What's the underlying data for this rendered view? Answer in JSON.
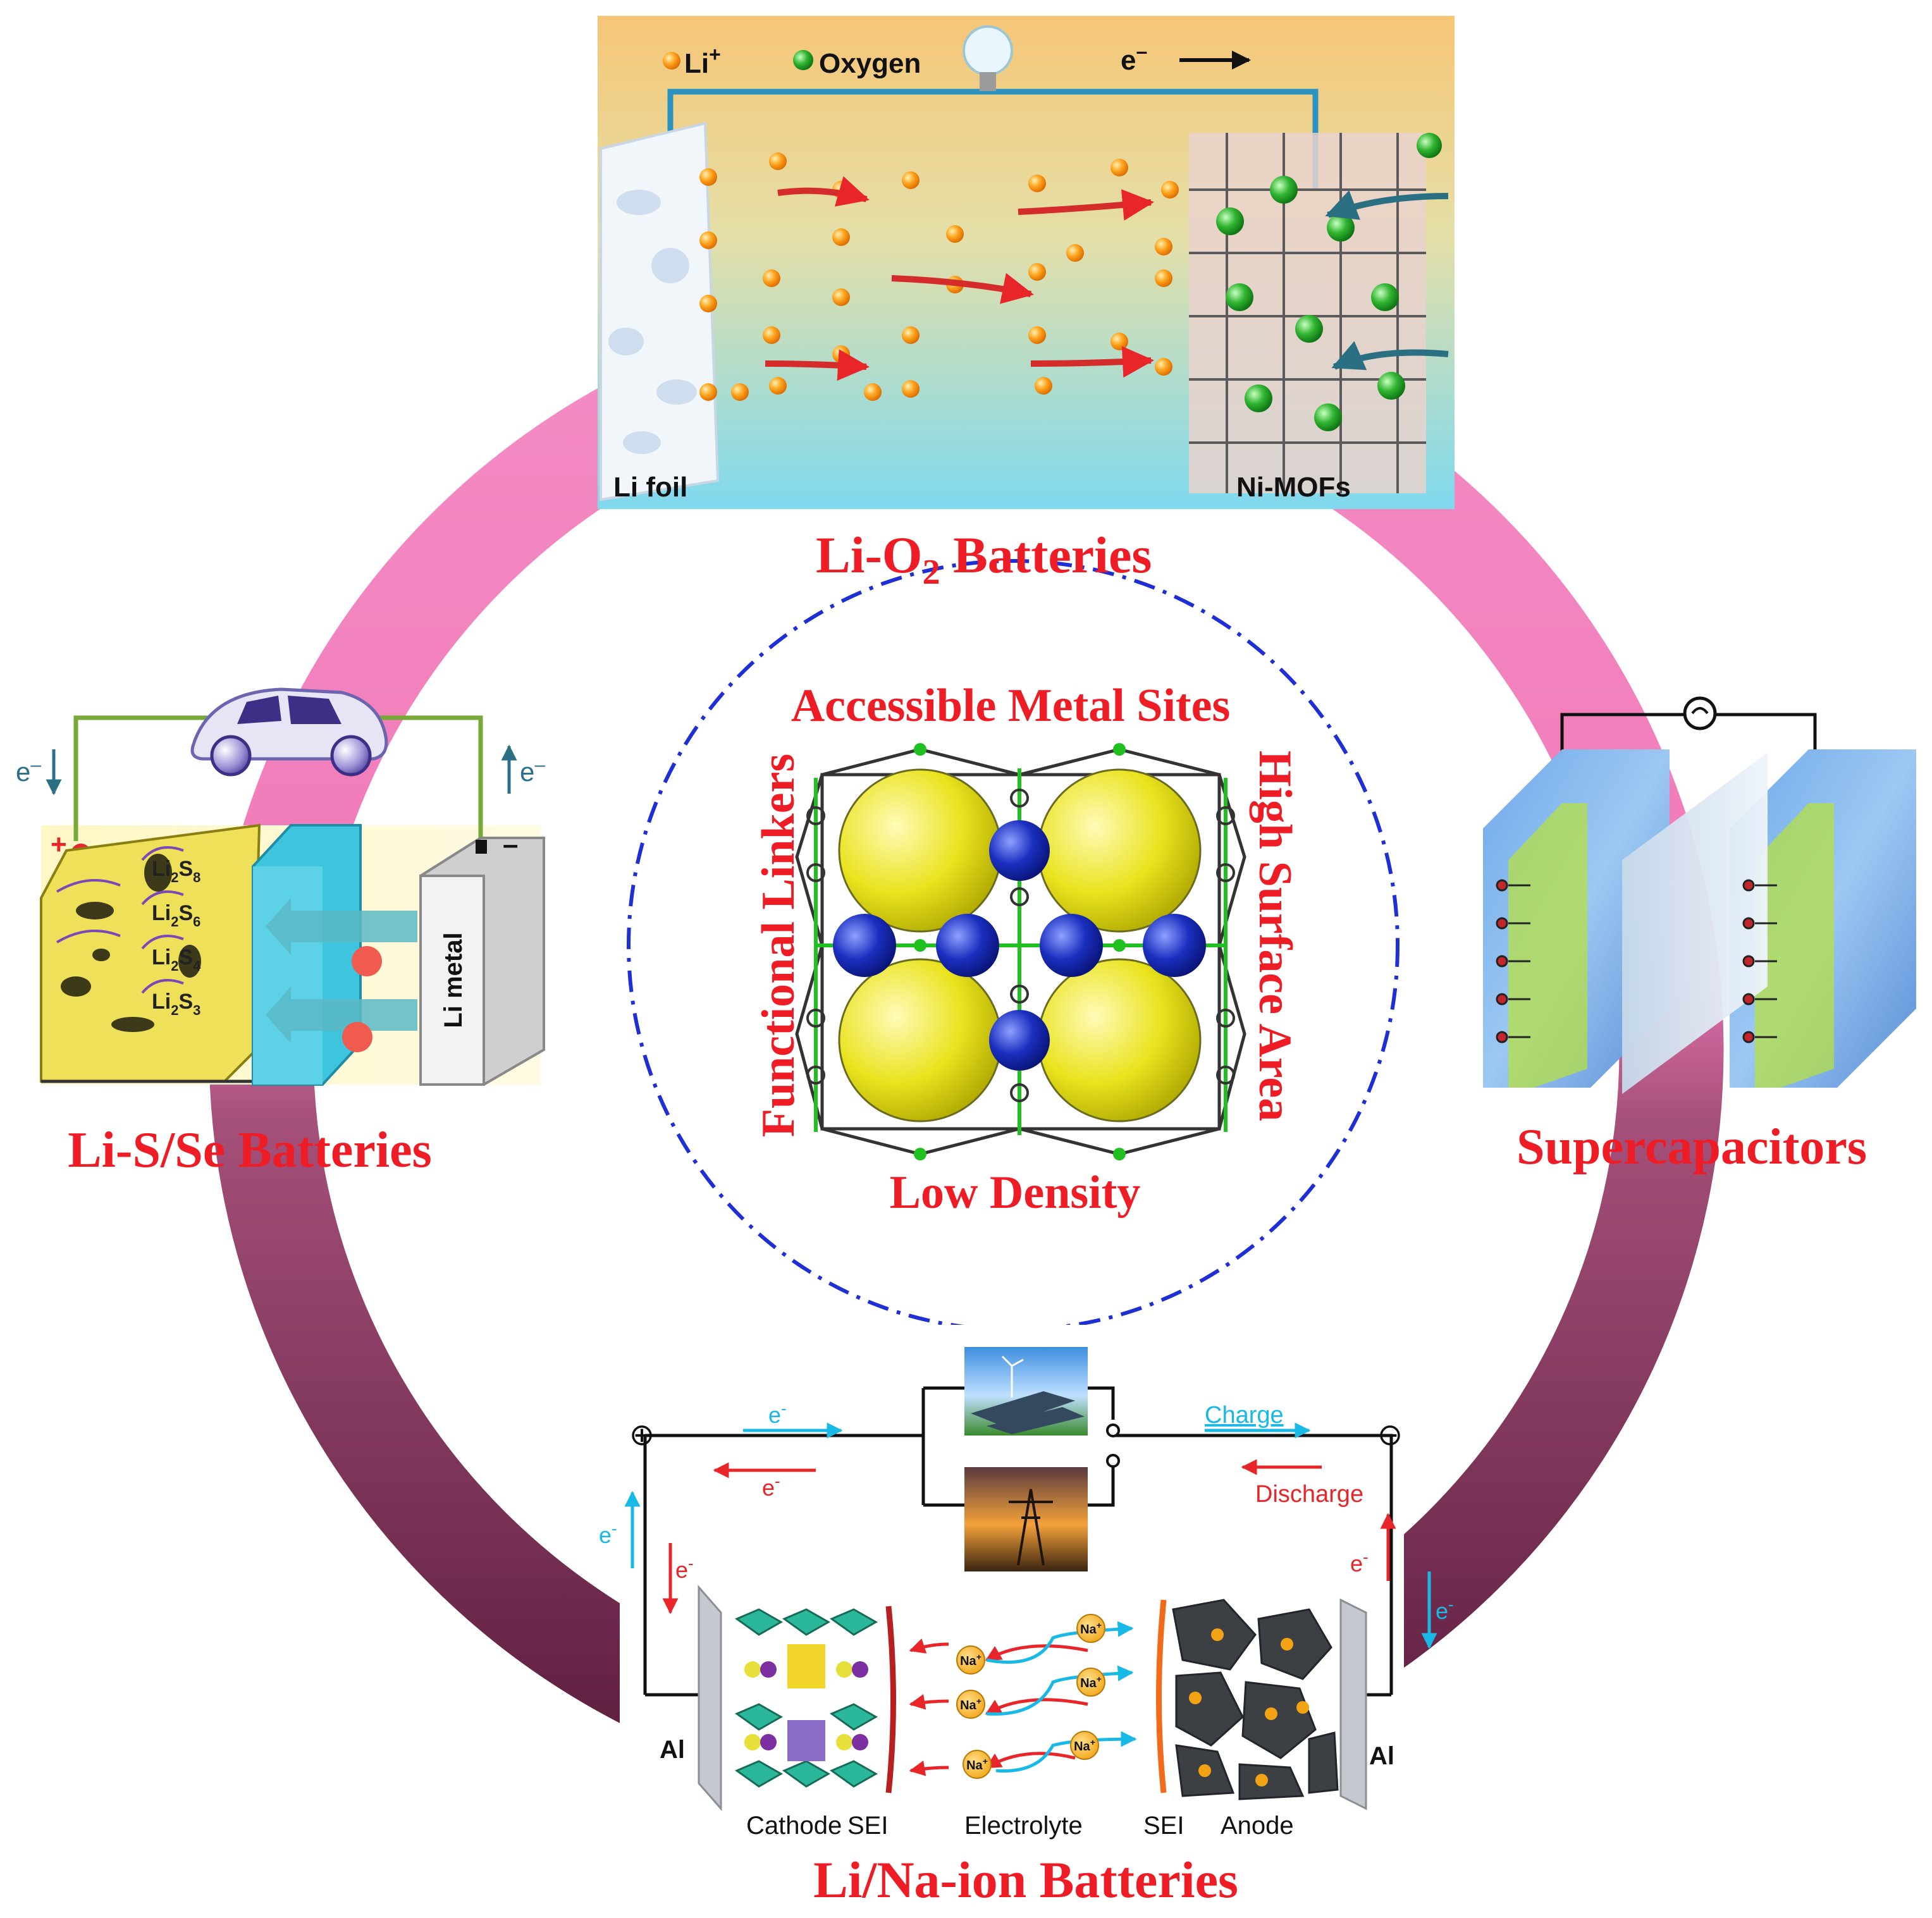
{
  "center": {
    "top": "Accessible Metal Sites",
    "bottom": "Low Density",
    "left": "Functional Linkers",
    "right": "High Surface Area"
  },
  "li_o2": {
    "title": "Li-O",
    "title_sub": "2",
    "title_rest": " Batteries",
    "legend_li": "Li",
    "legend_li_sup": "+",
    "legend_oxygen": "Oxygen",
    "electron": "e",
    "electron_sup": "–",
    "li_foil": "Li foil",
    "ni_mofs": "Ni-MOFs"
  },
  "li_s": {
    "title": "Li-S/Se Batteries",
    "electron_left": "e",
    "electron_right": "e",
    "electron_sup": "–",
    "plus": "+",
    "minus": "–",
    "li_metal": "Li metal",
    "species": [
      {
        "main": "Li",
        "sub1": "2",
        "mid": "S",
        "sub2": "8"
      },
      {
        "main": "Li",
        "sub1": "2",
        "mid": "S",
        "sub2": "6"
      },
      {
        "main": "Li",
        "sub1": "2",
        "mid": "S",
        "sub2": "4"
      },
      {
        "main": "Li",
        "sub1": "2",
        "mid": "S",
        "sub2": "3"
      }
    ]
  },
  "supercap": {
    "title": "Supercapacitors"
  },
  "li_na": {
    "title": "Li/Na-ion Batteries",
    "plus": "⊕",
    "minus": "⊖",
    "charge": "Charge",
    "discharge": "Discharge",
    "electron": "e",
    "electron_sup": "-",
    "al": "Al",
    "na": "Na",
    "na_sup": "+",
    "cathode": "Cathode",
    "sei": "SEI",
    "electrolyte": "Electrolyte",
    "anode": "Anode"
  },
  "colors": {
    "title_red": "#ee1c24",
    "ring_pink": "#f07ab8",
    "ring_dark": "#6a2448",
    "dash_blue": "#1f2fd6",
    "cyan": "#19b9e6",
    "red_arrow": "#e8262a",
    "sphere_yellow": "#e6e21e",
    "sphere_blue": "#1a2fc0"
  }
}
